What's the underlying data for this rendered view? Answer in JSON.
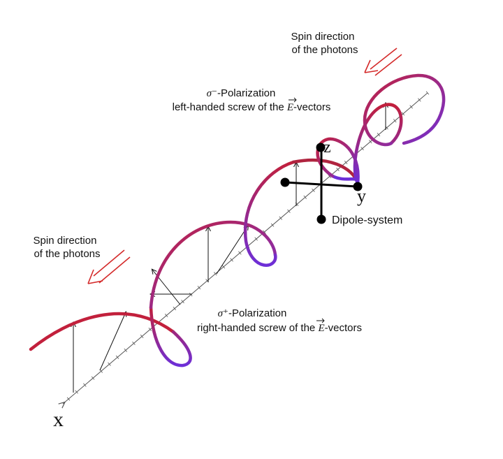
{
  "labels": {
    "spin_top_line1": "Spin direction",
    "spin_top_line2": "of the photons",
    "spin_bottom_line1": "Spin direction",
    "spin_bottom_line2": "of the photons",
    "sigma_minus_symbol": "σ⁻",
    "sigma_minus_suffix": "-Polarization",
    "sigma_minus_desc_prefix": "left-handed screw of the ",
    "sigma_minus_vec": "E",
    "sigma_minus_desc_suffix": "-vectors",
    "sigma_plus_symbol": "σ⁺",
    "sigma_plus_suffix": "-Polarization",
    "sigma_plus_desc_prefix": "right-handed screw of the ",
    "sigma_plus_vec": "E",
    "sigma_plus_desc_suffix": "-vectors",
    "dipole_system": "Dipole-system",
    "axis_x": "x",
    "axis_y": "y",
    "axis_z": "z"
  },
  "colors": {
    "helix_front": "#c2203c",
    "helix_back": "#6d2fd8",
    "spin_arrow": "#d42a2a",
    "axis": "#555555",
    "vectors": "#111111",
    "dipole": "#000000"
  }
}
